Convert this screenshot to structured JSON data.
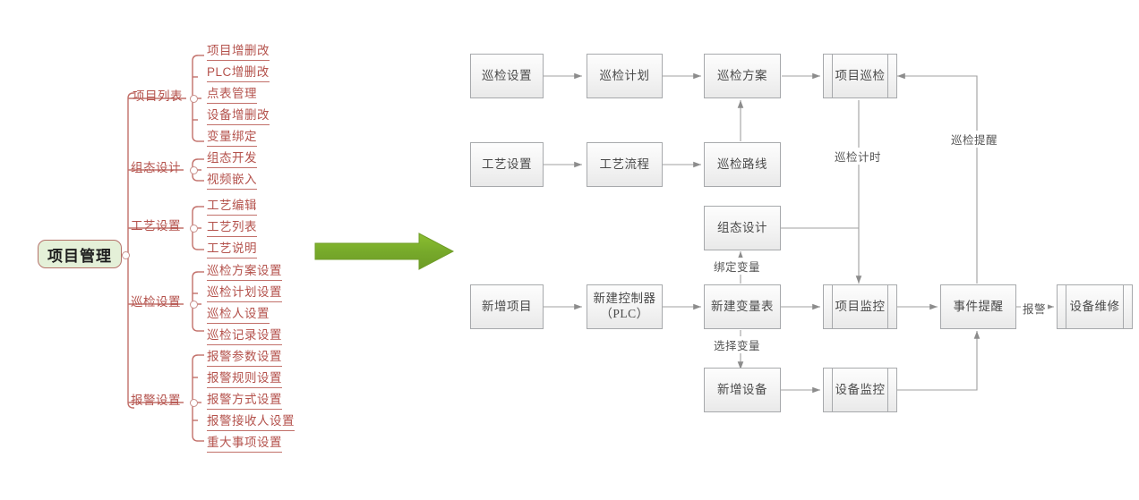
{
  "mindmap": {
    "root": {
      "label": "项目管理"
    },
    "branches": [
      {
        "label": "项目列表",
        "children": [
          "项目增删改",
          "PLC增删改",
          "点表管理",
          "设备增删改",
          "变量绑定"
        ]
      },
      {
        "label": "组态设计",
        "children": [
          "组态开发",
          "视频嵌入"
        ]
      },
      {
        "label": "工艺设置",
        "children": [
          "工艺编辑",
          "工艺列表",
          "工艺说明"
        ]
      },
      {
        "label": "巡检设置",
        "children": [
          "巡检方案设置",
          "巡检计划设置",
          "巡检人设置",
          "巡检记录设置"
        ]
      },
      {
        "label": "报警设置",
        "children": [
          "报警参数设置",
          "报警规则设置",
          "报警方式设置",
          "报警接收人设置",
          "重大事项设置"
        ]
      }
    ]
  },
  "connector": {
    "icon": "green-right-arrow",
    "color": "#76a82a"
  },
  "flowchart": {
    "nodes": [
      {
        "id": "n1",
        "label": "巡检设置",
        "shape": "process"
      },
      {
        "id": "n2",
        "label": "巡检计划",
        "shape": "process"
      },
      {
        "id": "n3",
        "label": "巡检方案",
        "shape": "process"
      },
      {
        "id": "n4",
        "label": "项目巡检",
        "shape": "predefined-process"
      },
      {
        "id": "n5",
        "label": "工艺设置",
        "shape": "process"
      },
      {
        "id": "n6",
        "label": "工艺流程",
        "shape": "process"
      },
      {
        "id": "n7",
        "label": "巡检路线",
        "shape": "process"
      },
      {
        "id": "n8",
        "label": "组态设计",
        "shape": "process"
      },
      {
        "id": "n9",
        "label": "新增项目",
        "shape": "process"
      },
      {
        "id": "n10",
        "label": "新建控制器\n（PLC）",
        "shape": "process"
      },
      {
        "id": "n11",
        "label": "新建变量表",
        "shape": "process"
      },
      {
        "id": "n12",
        "label": "项目监控",
        "shape": "predefined-process"
      },
      {
        "id": "n13",
        "label": "事件提醒",
        "shape": "process"
      },
      {
        "id": "n14",
        "label": "设备维修",
        "shape": "predefined-process"
      },
      {
        "id": "n15",
        "label": "新增设备",
        "shape": "process"
      },
      {
        "id": "n16",
        "label": "设备监控",
        "shape": "predefined-process"
      }
    ],
    "edge_labels": [
      {
        "id": "e1",
        "text": "巡检计时"
      },
      {
        "id": "e2",
        "text": "巡检提醒"
      },
      {
        "id": "e3",
        "text": "绑定变量"
      },
      {
        "id": "e4",
        "text": "选择变量"
      },
      {
        "id": "e5",
        "text": "报警"
      }
    ]
  },
  "colors": {
    "mindmap_text": "#b4524c",
    "mindmap_line": "#c2706a",
    "root_fill": "#e4f0d8",
    "root_border": "#b5736b",
    "arrow_green": "#76a82a",
    "flow_border": "#a7a9ac",
    "flow_text": "#4a4a4a"
  }
}
